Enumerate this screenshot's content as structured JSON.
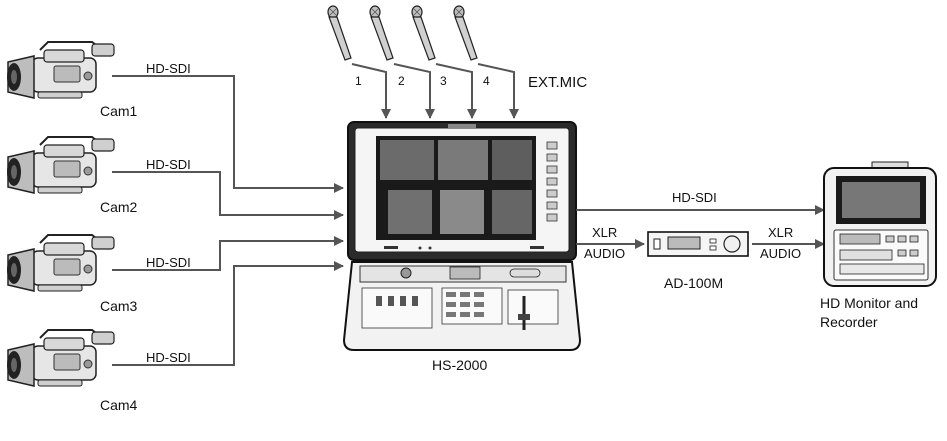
{
  "colors": {
    "line": "#555555",
    "device_body": "#2b2b2b",
    "panel": "#f2f2f2",
    "screen": "#1a1a1a"
  },
  "cameras": [
    {
      "label": "Cam1",
      "link": "HD-SDI"
    },
    {
      "label": "Cam2",
      "link": "HD-SDI"
    },
    {
      "label": "Cam3",
      "link": "HD-SDI"
    },
    {
      "label": "Cam4",
      "link": "HD-SDI"
    }
  ],
  "mics": {
    "numbers": [
      "1",
      "2",
      "3",
      "4"
    ],
    "label": "EXT.MIC"
  },
  "switcher": {
    "label": "HS-2000"
  },
  "outputs": {
    "sdi_out": "HD-SDI",
    "xlr1": "XLR",
    "audio1": "AUDIO",
    "xlr2": "XLR",
    "audio2": "AUDIO"
  },
  "converter": {
    "label": "AD-100M"
  },
  "recorder": {
    "label_line1": "HD Monitor and",
    "label_line2": "Recorder"
  }
}
